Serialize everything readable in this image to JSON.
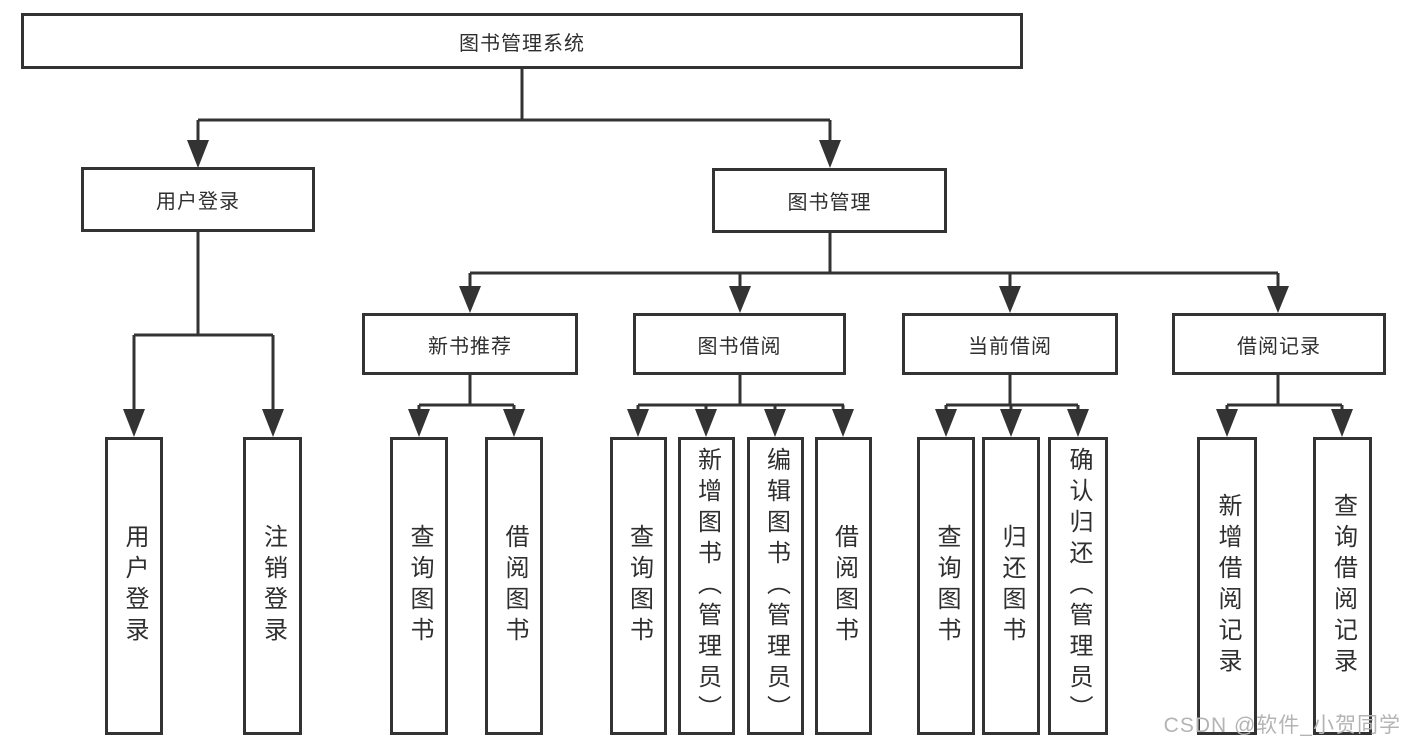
{
  "diagram": {
    "root": {
      "label": "图书管理系统"
    },
    "user_login_branch": {
      "label": "用户登录",
      "children": [
        {
          "label": "用户登录"
        },
        {
          "label": "注销登录"
        }
      ]
    },
    "book_mgmt_branch": {
      "label": "图书管理",
      "groups": [
        {
          "label": "新书推荐",
          "children": [
            {
              "label": "查询图书"
            },
            {
              "label": "借阅图书"
            }
          ]
        },
        {
          "label": "图书借阅",
          "children": [
            {
              "label": "查询图书"
            },
            {
              "label": "新增图书（管理员）"
            },
            {
              "label": "编辑图书（管理员）"
            },
            {
              "label": "借阅图书"
            }
          ]
        },
        {
          "label": "当前借阅",
          "children": [
            {
              "label": "查询图书"
            },
            {
              "label": "归还图书"
            },
            {
              "label": "确认归还（管理员）"
            }
          ]
        },
        {
          "label": "借阅记录",
          "children": [
            {
              "label": "新增借阅记录"
            },
            {
              "label": "查询借阅记录"
            }
          ]
        }
      ]
    }
  },
  "watermark": {
    "text": "CSDN @软件_小贺同学",
    "color": "#b4b4b4"
  },
  "colors": {
    "line": "#333333",
    "text": "#2f2f2f",
    "background": "#ffffff"
  }
}
